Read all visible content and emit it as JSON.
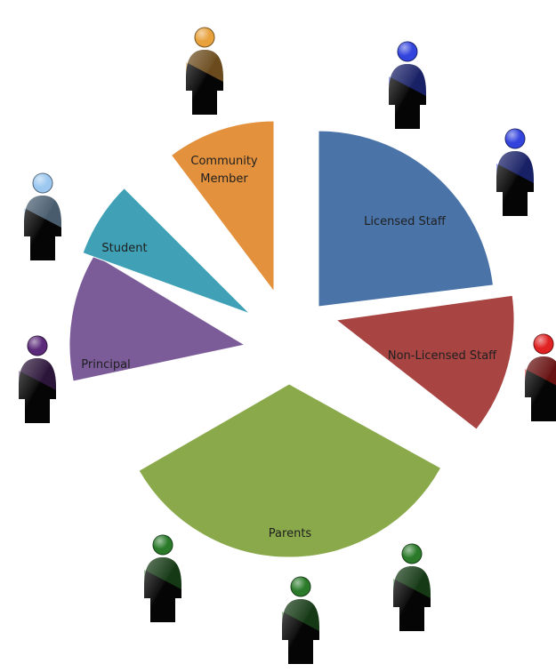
{
  "diagram": {
    "segments": [
      {
        "id": "licensed-staff",
        "label": "Licensed Staff",
        "color": "#4a73a8"
      },
      {
        "id": "non-licensed-staff",
        "label": "Non-Licensed Staff",
        "color": "#a84543"
      },
      {
        "id": "parents",
        "label": "Parents",
        "color": "#8aa94b"
      },
      {
        "id": "principal",
        "label": "Principal",
        "color": "#7b5c99"
      },
      {
        "id": "student",
        "label": "Student",
        "color": "#3fa0b6"
      },
      {
        "id": "community-member",
        "label": [
          "Community",
          "Member"
        ],
        "color": "#e3913d"
      }
    ],
    "people": [
      {
        "group": "community-member",
        "head_color": "#e8a13b"
      },
      {
        "group": "licensed-staff",
        "head_color": "#3344dd"
      },
      {
        "group": "licensed-staff",
        "head_color": "#3344dd"
      },
      {
        "group": "student",
        "head_color": "#9cc8f0"
      },
      {
        "group": "principal",
        "head_color": "#5b2a7a"
      },
      {
        "group": "non-licensed-staff",
        "head_color": "#e02222"
      },
      {
        "group": "parents",
        "head_color": "#2a7a2a"
      },
      {
        "group": "parents",
        "head_color": "#2a7a2a"
      },
      {
        "group": "parents",
        "head_color": "#2a7a2a"
      }
    ]
  }
}
